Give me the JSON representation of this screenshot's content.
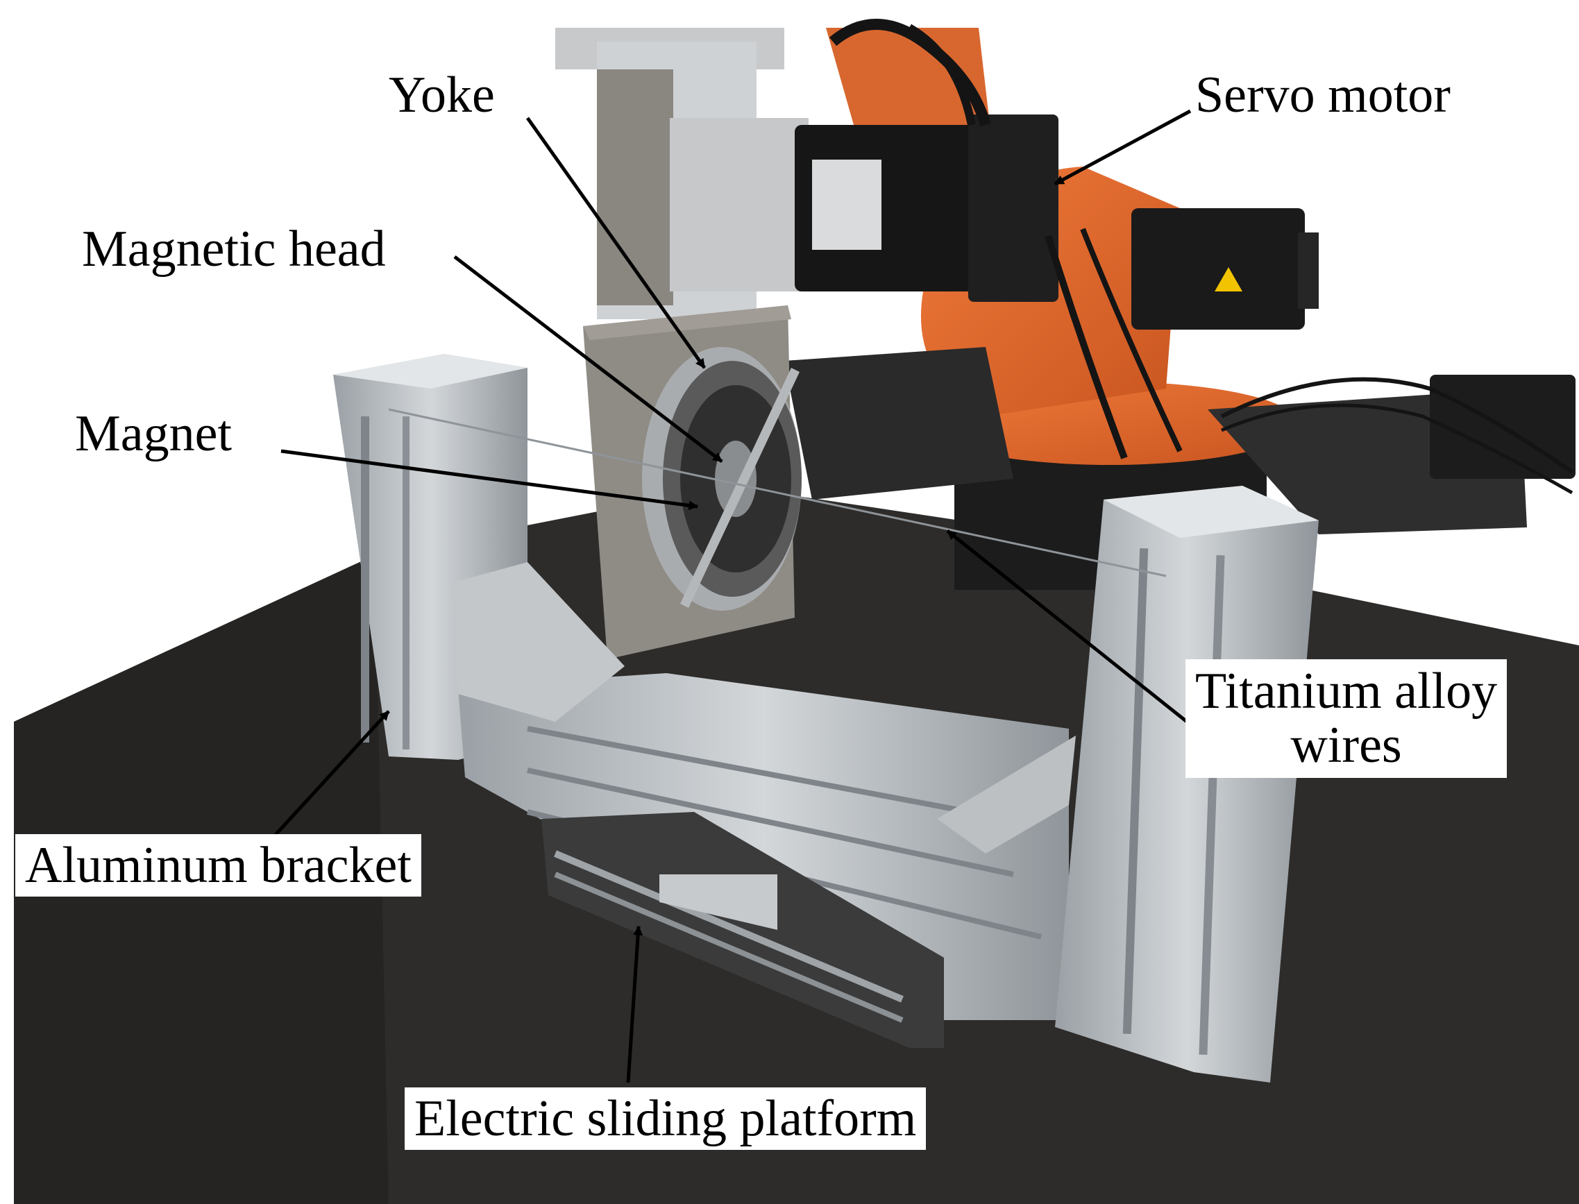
{
  "labels": {
    "yoke": "Yoke",
    "servo_motor": "Servo motor",
    "magnetic_head": "Magnetic head",
    "magnet": "Magnet",
    "titanium_line1": "Titanium alloy",
    "titanium_line2": "wires",
    "aluminum_bracket": "Aluminum bracket",
    "electric_sliding_platform": "Electric sliding platform"
  },
  "colors": {
    "robot_orange": "#e8692b",
    "aluminum": "#b9bec2",
    "table_dark": "#2b2a28",
    "motor_black": "#161616",
    "steel_plate": "#8d8a85"
  }
}
